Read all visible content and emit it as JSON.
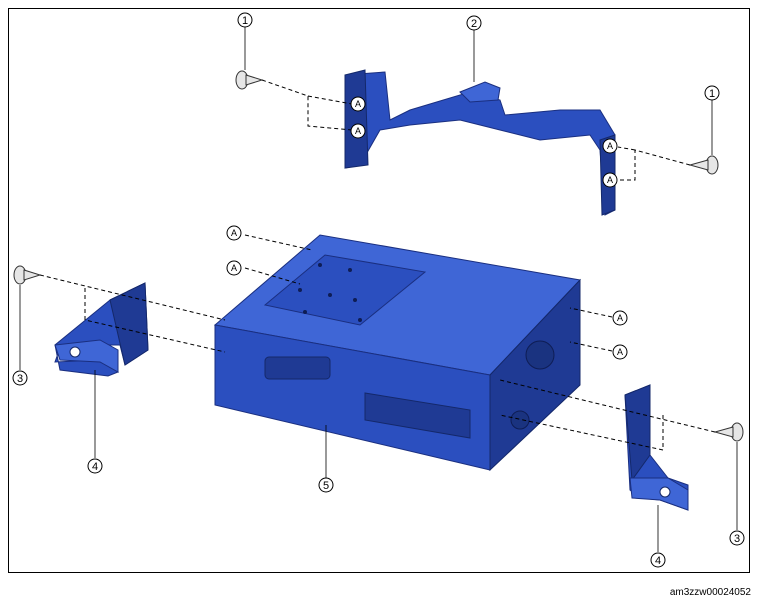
{
  "diagram": {
    "callouts": {
      "c1a": "1",
      "c1b": "1",
      "c2": "2",
      "c3a": "3",
      "c3b": "3",
      "c4a": "4",
      "c4b": "4",
      "c5": "5"
    },
    "ref_mark": "A",
    "image_id": "am3zzw00024052"
  }
}
